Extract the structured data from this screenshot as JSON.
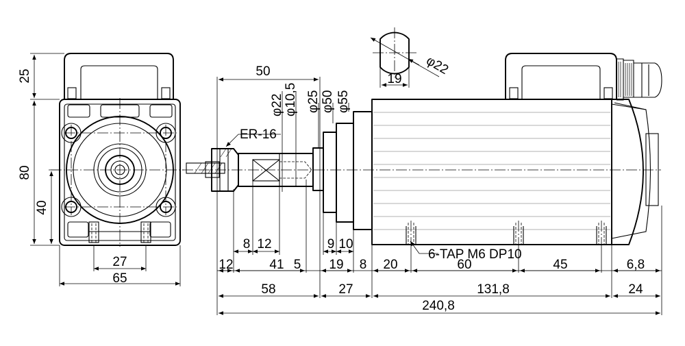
{
  "front_view": {
    "height_top": "25",
    "height_total": "80",
    "center_height": "40",
    "mount_spacing": "27",
    "width": "65"
  },
  "clamp_detail": {
    "diameter": "φ22",
    "flat": "19"
  },
  "side_view": {
    "diameters": [
      "φ22",
      "φ10,5",
      "φ25",
      "φ50",
      "φ55"
    ],
    "nose_length": "50",
    "collet_label": "ER-16",
    "tap_label": "6-TAP M6 DP10",
    "small_dims": [
      "8",
      "12",
      "9",
      "10"
    ],
    "row1": [
      "12",
      "41",
      "5",
      "19",
      "8",
      "20",
      "60",
      "45",
      "6,8"
    ],
    "row2": [
      "58",
      "27",
      "131,8",
      "24"
    ],
    "overall": "240,8"
  }
}
